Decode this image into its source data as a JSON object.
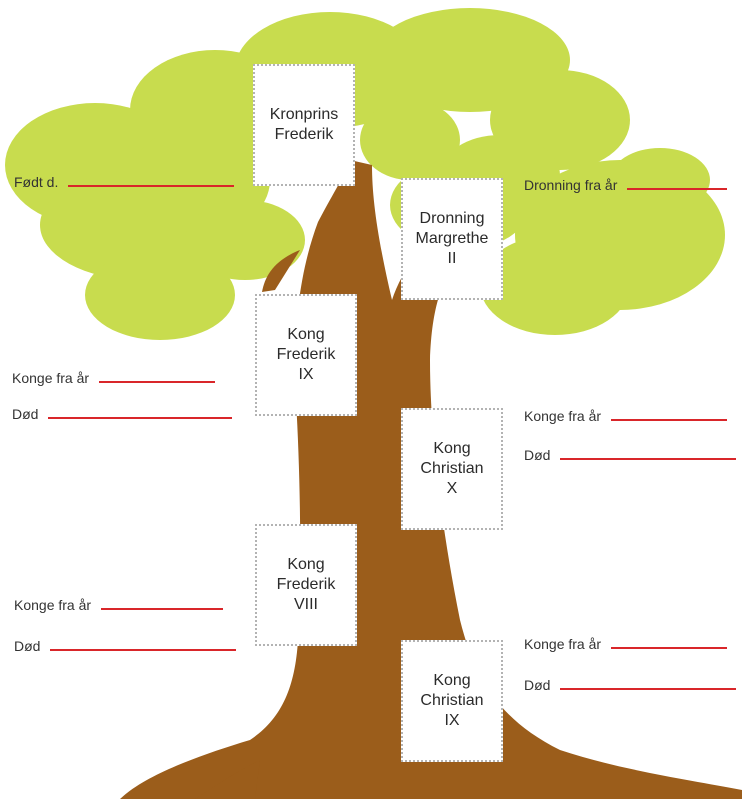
{
  "colors": {
    "canopy": "#c8dc4e",
    "trunk": "#9b5d1b",
    "line": "#d9262a",
    "stamp_border": "#b3b3b3"
  },
  "stamps": {
    "kronprins": [
      "Kronprins",
      "Frederik"
    ],
    "margrethe": [
      "Dronning",
      "Margrethe",
      "II"
    ],
    "frederik_ix": [
      "Kong",
      "Frederik",
      "IX"
    ],
    "christian_x": [
      "Kong",
      "Christian",
      "X"
    ],
    "frederik_viii": [
      "Kong",
      "Frederik",
      "VIII"
    ],
    "christian_ix": [
      "Kong",
      "Christian",
      "IX"
    ]
  },
  "fields": {
    "kronprins_born": "Født d.",
    "margrethe_queen_from": "Dronning fra år",
    "frederik_ix_king_from": "Konge fra år",
    "frederik_ix_died": "Død",
    "christian_x_king_from": "Konge fra år",
    "christian_x_died": "Død",
    "frederik_viii_king_from": "Konge fra år",
    "frederik_viii_died": "Død",
    "christian_ix_king_from": "Konge fra år",
    "christian_ix_died": "Død"
  }
}
